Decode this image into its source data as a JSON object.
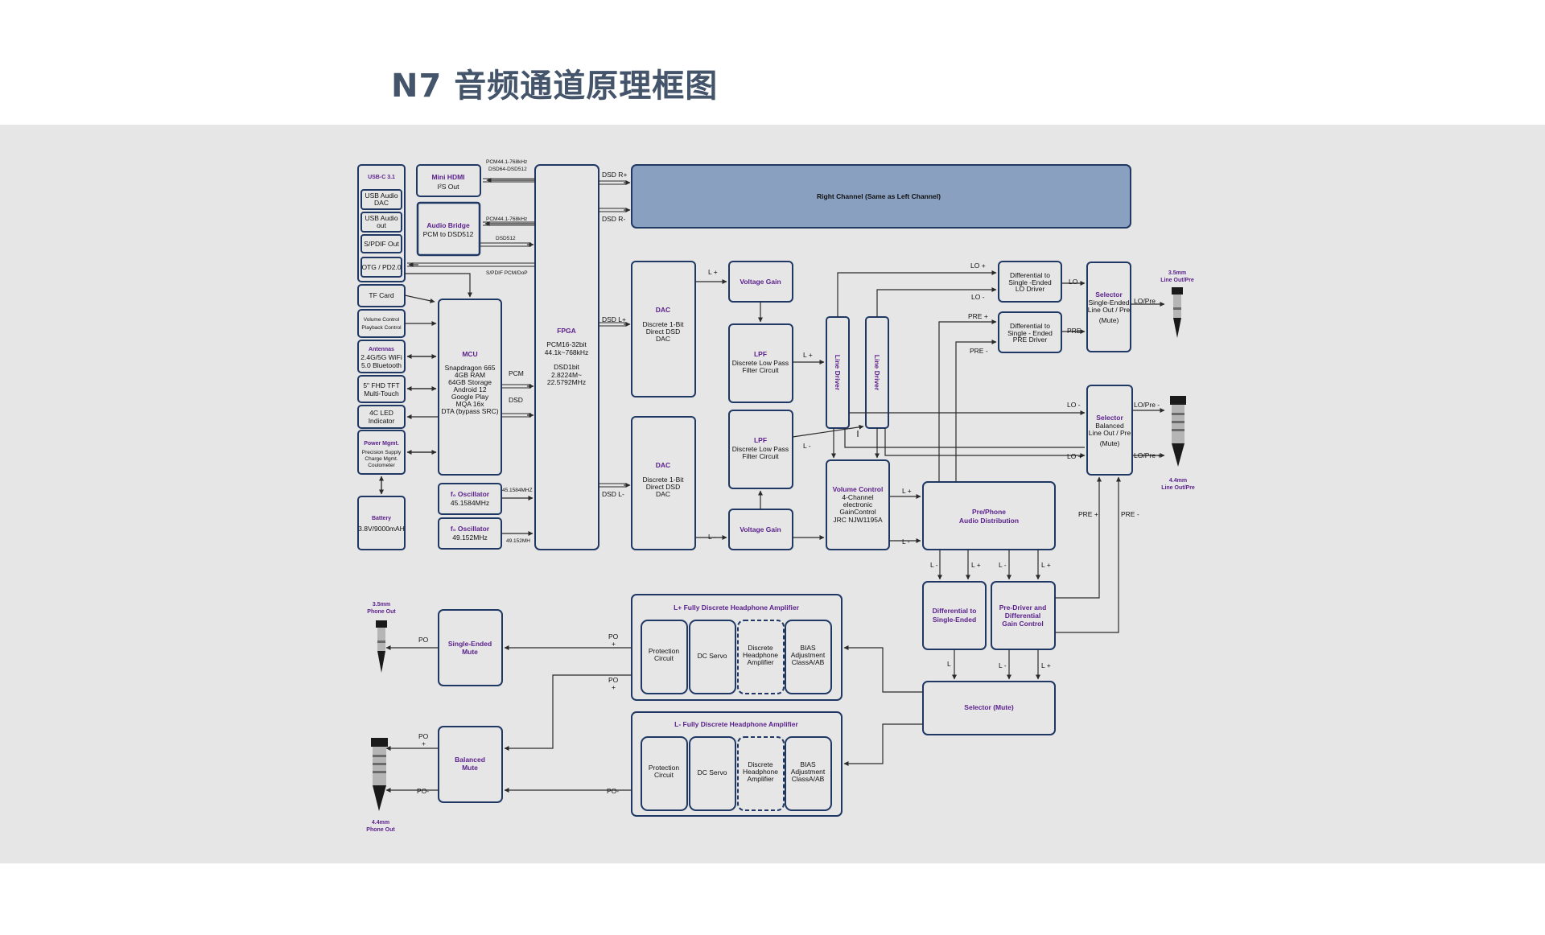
{
  "page": {
    "title": "N7 音频通道原理框图"
  },
  "usb": {
    "title": "USB-C 3.1",
    "items": [
      "USB Audio DAC",
      "USB Audio out",
      "S/PDIF Out",
      "OTG / PD2.0"
    ]
  },
  "mini_hdmi": {
    "title": "Mini HDMI",
    "line1": "I²S Out"
  },
  "audio_bridge": {
    "title": "Audio Bridge",
    "line1": "PCM to DSD512"
  },
  "bus_labels": {
    "pcm_rate_1": "PCM44.1-768kHz",
    "dsd_rate": "DSD64-DSD512",
    "pcm_rate_2": "PCM44.1-768kHz",
    "dsd512": "DSD512",
    "spdif": "S/PDIF PCM/DoP",
    "pcm": "PCM",
    "dsd": "DSD",
    "clk1": "45.1584MHZ",
    "clk2": "49.152MH"
  },
  "left_column": {
    "tf_card": "TF Card",
    "volume_control_l1": "Volume Control",
    "volume_control_l2": "Playback Control",
    "antennas_title": "Antennas",
    "antennas_l1": "2.4G/5G WiFi",
    "antennas_l2": "5.0 Bluetooth",
    "display_l1": "5\" FHD TFT",
    "display_l2": "Multi-Touch",
    "led_l1": "4C LED",
    "led_l2": "Indicator",
    "power_title": "Power Mgmt.",
    "power_l1": "Precision Supply",
    "power_l2": "Charge Mgmt.",
    "power_l3": "Coulometer",
    "battery_title": "Battery",
    "battery_l1": "3.8V/9000mAH"
  },
  "mcu": {
    "title": "MCU",
    "lines": [
      "Snapdragon 665",
      "4GB RAM",
      "64GB Storage",
      "Android 12",
      "Google Play",
      "MQA 16x",
      "DTA (bypass SRC)"
    ]
  },
  "oscillators": [
    {
      "title": "f₀ Oscillator",
      "freq": "45.1584MHz"
    },
    {
      "title": "f₀ Oscillator",
      "freq": "49.152MHz"
    }
  ],
  "fpga": {
    "title": "FPGA",
    "lines": [
      "PCM16-32bit",
      "44.1k~768kHz",
      "",
      "DSD1bit",
      "2.8224M~",
      "22.5792MHz"
    ]
  },
  "dsd_labels": {
    "r_plus": "DSD R+",
    "r_minus": "DSD R-",
    "l_plus": "DSD L+",
    "l_minus": "DSD L-"
  },
  "right_channel": "Right Channel (Same as Left Channel)",
  "dac": {
    "title": "DAC",
    "lines": [
      "Discrete 1-Bit",
      "Direct DSD",
      "DAC"
    ]
  },
  "voltage_gain": "Voltage Gain",
  "lpf": {
    "title": "LPF",
    "lines": [
      "Discrete Low Pass",
      "Filter Circuit"
    ]
  },
  "line_driver": "Line Driver",
  "volume_control": {
    "title": "Volume Control",
    "lines": [
      "4-Channel",
      "electronic",
      "GainControl",
      "JRC NJW1195A"
    ]
  },
  "prephone": {
    "title_l1": "Pre/Phone",
    "title_l2": "Audio Distribution"
  },
  "diff_lo": {
    "lines": [
      "Differential to",
      "Single -Ended",
      "LO Driver"
    ]
  },
  "diff_pre": {
    "lines": [
      "Differential to",
      "Single - Ended",
      "PRE Driver"
    ]
  },
  "selector_se": {
    "title": "Selector",
    "lines": [
      "Single-Ended",
      "Line Out / Pre",
      "",
      "(Mute)"
    ]
  },
  "selector_bal": {
    "title": "Selector",
    "lines": [
      "Balanced",
      "Line Out / Pre",
      "",
      "(Mute)"
    ]
  },
  "diff_se": {
    "lines": [
      "Differential to",
      "Single-Ended"
    ]
  },
  "pre_driver": {
    "lines": [
      "Pre-Driver and",
      "Differential",
      "Gain Control"
    ]
  },
  "selector_mute": "Selector (Mute)",
  "amp_plus": "L+ Fully Discrete Headphone Amplifier",
  "amp_minus": "L- Fully Discrete Headphone Amplifier",
  "amp_blocks": {
    "protection": [
      "Protection",
      "Circuit"
    ],
    "dc_servo": [
      "DC Servo"
    ],
    "discrete": [
      "Discrete",
      "Headphone",
      "Amplifier"
    ],
    "bias": [
      "BIAS",
      "Adjustment",
      "ClassA/AB"
    ]
  },
  "se_mute": {
    "lines": [
      "Single-Ended",
      "Mute"
    ]
  },
  "bal_mute": {
    "lines": [
      "Balanced",
      "Mute"
    ]
  },
  "outputs": {
    "line35_l1": "3.5mm",
    "line35_l2": "Line Out/Pre",
    "line44_l1": "4.4mm",
    "line44_l2": "Line Out/Pre",
    "phone35_l1": "3.5mm",
    "phone35_l2": "Phone Out",
    "phone44_l1": "4.4mm",
    "phone44_l2": "Phone Out"
  },
  "signal_labels": {
    "l_plus": "L +",
    "l_minus": "L -",
    "lo_plus": "LO +",
    "lo_minus": "LO -",
    "lo": "LO",
    "pre_plus": "PRE +",
    "pre_minus": "PRE -",
    "pre": "PRE",
    "lo_pre": "LO/Pre",
    "lo_minus_b": "LO -",
    "lo_plus_b": "LO +",
    "lo_pre_minus": "LO/Pre -",
    "lo_pre_plus": "LO/Pre +",
    "pre_plus_b": "PRE +",
    "pre_minus_b": "PRE -",
    "l_minus_a": "L -",
    "l_plus_a": "L +",
    "l_minus_b": "L -",
    "l_plus_b": "L +",
    "l_c": "L",
    "l_minus_c": "L -",
    "l_plus_c": "L +",
    "po_plus": "PO",
    "po_plus_sign": "+",
    "po_plus2": "PO",
    "po_plus2_sign": "+",
    "po": "PO",
    "po_b": "PO",
    "po_b_sign": "+",
    "po_minus": "PO-",
    "po_minus2": "PO-"
  },
  "colors": {
    "box_stroke": "#1f3864",
    "title_purple": "#5a1f8c",
    "right_channel_fill": "#8aa0c0",
    "panel_bg": "#e6e6e6"
  }
}
